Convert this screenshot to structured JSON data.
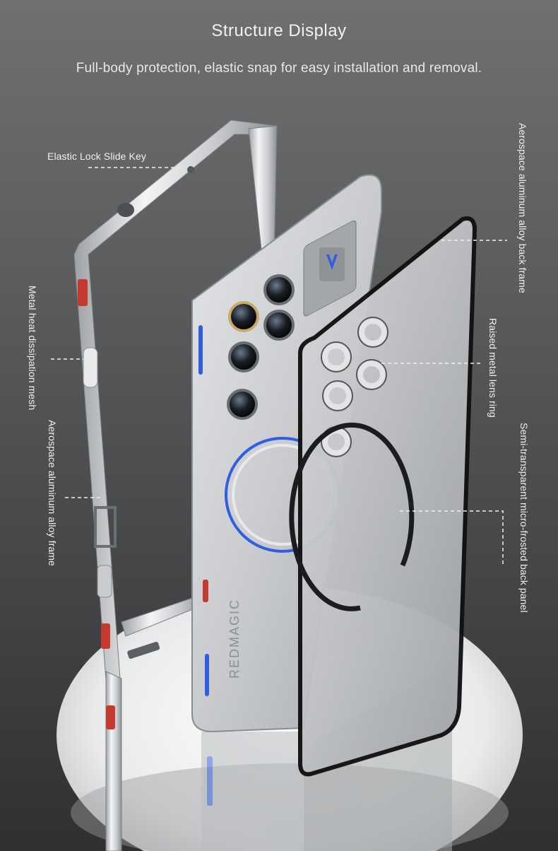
{
  "header": {
    "title": "Structure Display",
    "subtitle": "Full-body protection, elastic snap for easy installation and removal."
  },
  "callouts": {
    "elastic_lock_slide_key": "Elastic Lock Slide Key",
    "metal_heat_dissipation_mesh": "Metal heat dissipation mesh",
    "aerospace_aluminum_alloy_frame": "Aerospace aluminum alloy frame",
    "aerospace_aluminum_alloy_back_frame": "Aerospace aluminum alloy back frame",
    "raised_metal_lens_ring": "Raised metal lens ring",
    "semi_transparent_back_panel": "Semi-transparent micro-frosted back panel"
  },
  "product": {
    "brand_text": "REDMAGIC",
    "colors": {
      "accent_blue": "#2f5fe0",
      "accent_red": "#c43a2f",
      "aluminum": "#d9dbdd"
    }
  }
}
